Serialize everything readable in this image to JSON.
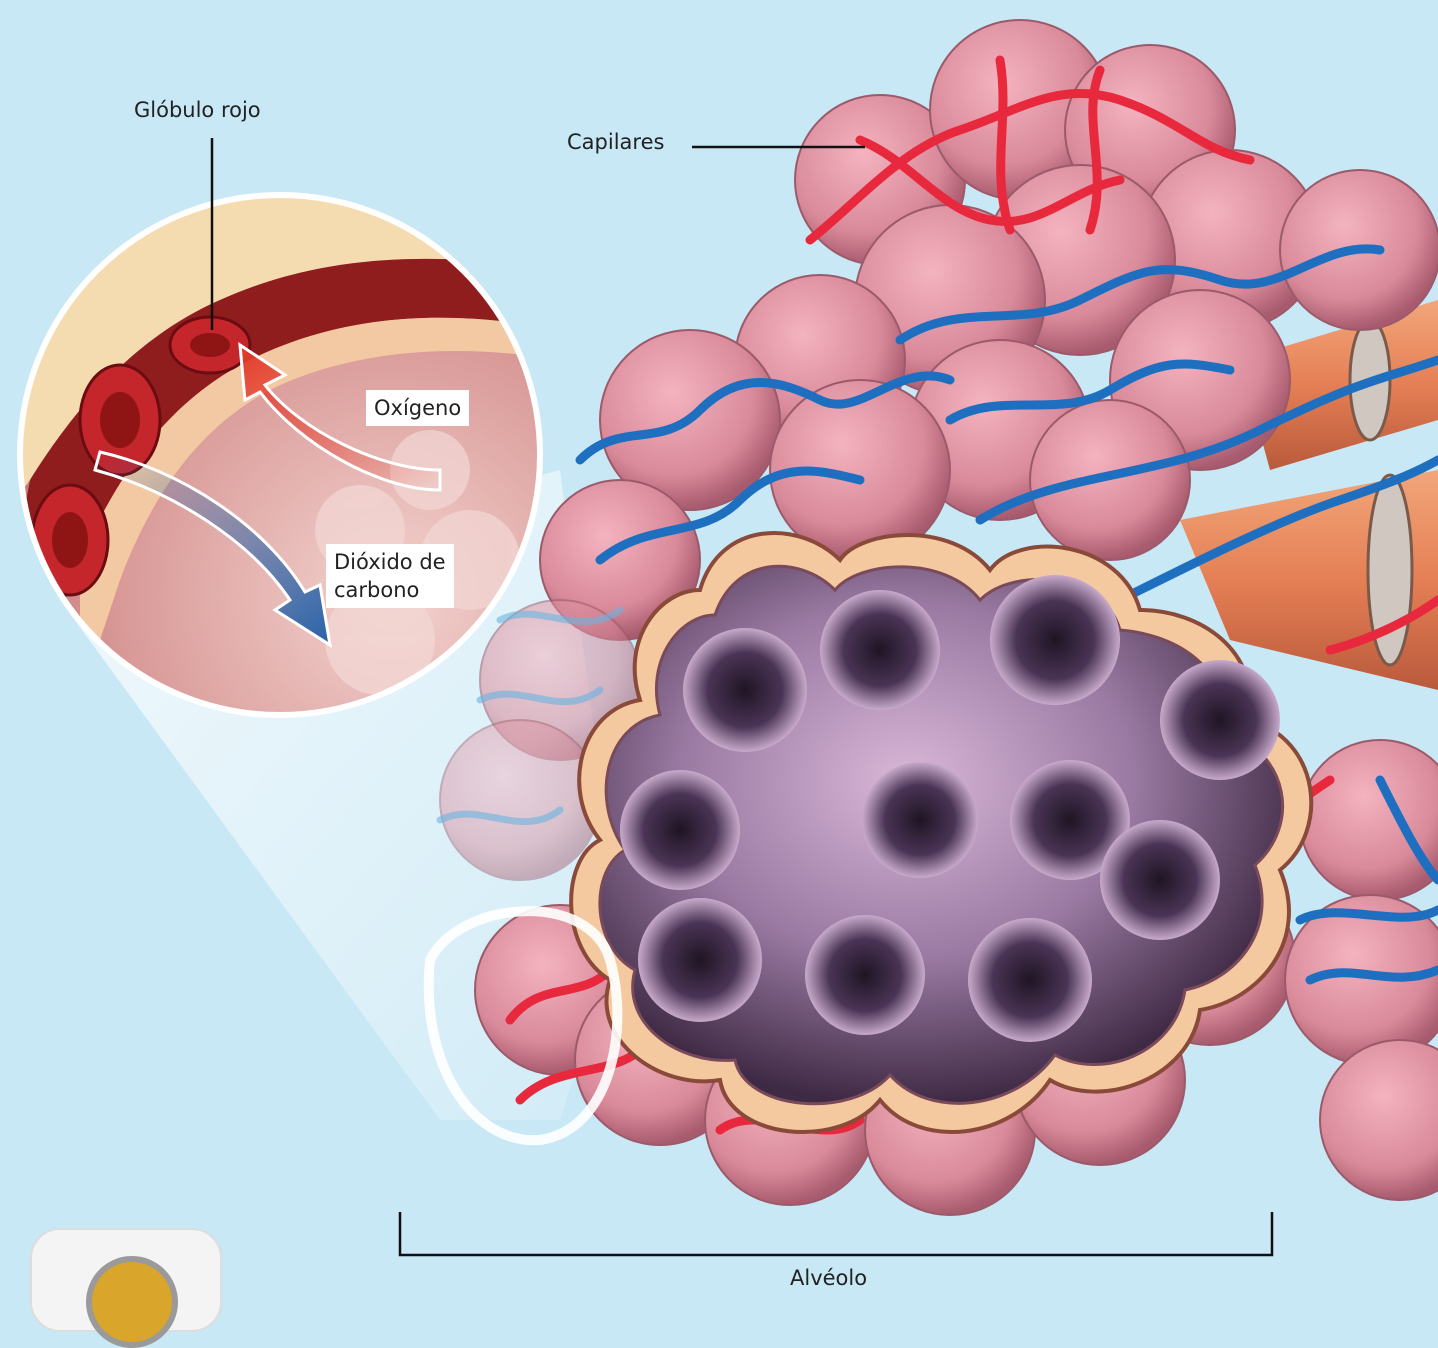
{
  "labels": {
    "red_blood_cell": "Glóbulo rojo",
    "capillaries": "Capilares",
    "oxygen": "Oxígeno",
    "carbon_dioxide": "Dióxido de\ncarbono",
    "alveolus": "Alvéolo"
  },
  "colors": {
    "background": "#c9e8f5",
    "alveolus_pink": "#d98a9a",
    "artery_red": "#e8283c",
    "vein_blue": "#1e6fc0",
    "alveolus_rim": "#f5c9a0",
    "alveolus_inner": "#6b4a6e",
    "oxygen_arrow": "#e33a2a",
    "co2_arrow": "#2a63a8"
  },
  "icons": {
    "logo": "logo-badge-icon"
  }
}
